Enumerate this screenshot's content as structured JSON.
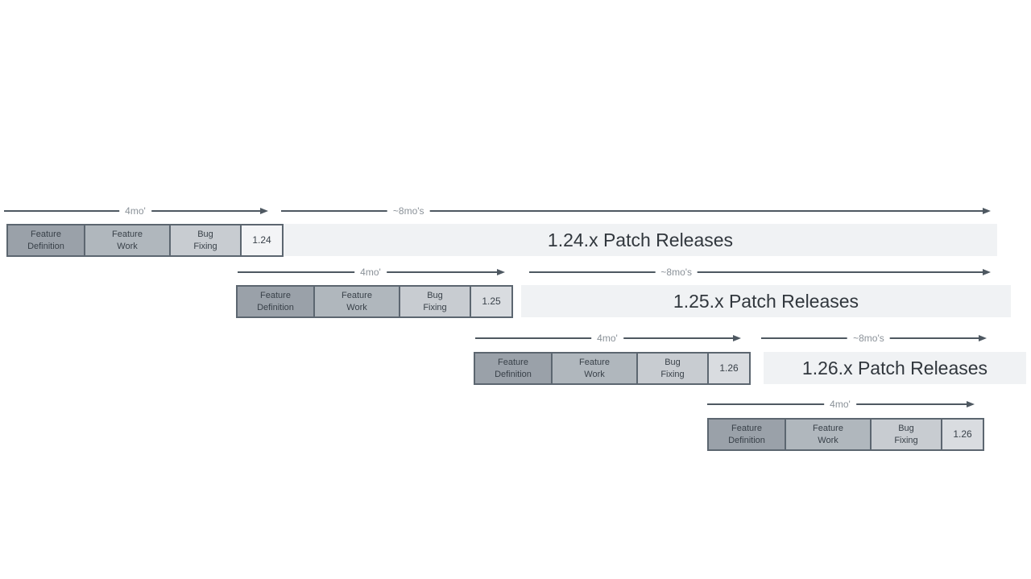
{
  "diagram": {
    "description_title": "release cadence diagram"
  },
  "colors": {
    "canvas_bg": "#ffffff",
    "phase_fd": "#9aa1a9",
    "phase_fw": "#b0b7bd",
    "phase_bf": "#c8ccd1",
    "version_box_light": "#f3f4f6",
    "version_box_gray": "#d9dce0",
    "box_border": "#5c6670",
    "box_text": "#394149",
    "bar_bg": "#f0f2f4",
    "title_text": "#31373d",
    "arrow": "#4e5861",
    "arrow_label": "#8a9198"
  },
  "rows": [
    {
      "version": "1.24",
      "cycle_duration": "4mo'",
      "patch_duration": "~8mo's",
      "patch_title": "1.24.x Patch Releases",
      "phases": [
        {
          "line1": "Feature",
          "line2": "Definition"
        },
        {
          "line1": "Feature",
          "line2": "Work"
        },
        {
          "line1": "Bug",
          "line2": "Fixing"
        }
      ]
    },
    {
      "version": "1.25",
      "cycle_duration": "4mo'",
      "patch_duration": "~8mo's",
      "patch_title": "1.25.x Patch Releases",
      "phases": [
        {
          "line1": "Feature",
          "line2": "Definition"
        },
        {
          "line1": "Feature",
          "line2": "Work"
        },
        {
          "line1": "Bug",
          "line2": "Fixing"
        }
      ]
    },
    {
      "version": "1.26",
      "cycle_duration": "4mo'",
      "patch_duration": "~8mo's",
      "patch_title": "1.26.x Patch Releases",
      "phases": [
        {
          "line1": "Feature",
          "line2": "Definition"
        },
        {
          "line1": "Feature",
          "line2": "Work"
        },
        {
          "line1": "Bug",
          "line2": "Fixing"
        }
      ]
    },
    {
      "version": "1.26",
      "cycle_duration": "4mo'",
      "phases": [
        {
          "line1": "Feature",
          "line2": "Definition"
        },
        {
          "line1": "Feature",
          "line2": "Work"
        },
        {
          "line1": "Bug",
          "line2": "Fixing"
        }
      ]
    }
  ]
}
